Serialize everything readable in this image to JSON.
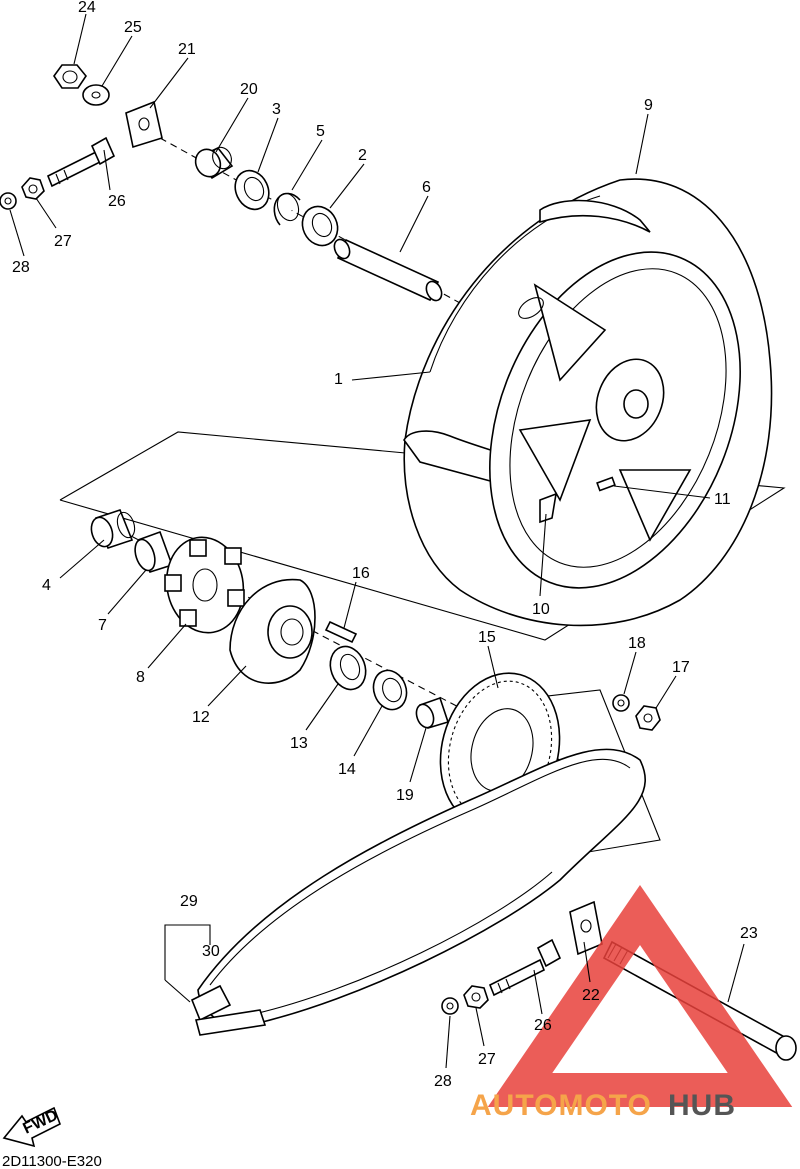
{
  "diagram_code": "2D11300-E320",
  "fwd_label": "FWD",
  "watermark": {
    "part1": "AUTOMOTO",
    "part2": "HUB",
    "color1": "#f5a44a",
    "color2": "#555555",
    "logo_color": "#e8413b"
  },
  "callouts": {
    "c1": "1",
    "c2": "2",
    "c3": "3",
    "c4": "4",
    "c5": "5",
    "c6": "6",
    "c7": "7",
    "c8": "8",
    "c9": "9",
    "c10": "10",
    "c11": "11",
    "c12": "12",
    "c13": "13",
    "c14": "14",
    "c15": "15",
    "c16": "16",
    "c17": "17",
    "c18": "18",
    "c19": "19",
    "c20": "20",
    "c21": "21",
    "c22": "22",
    "c23": "23",
    "c24": "24",
    "c25": "25",
    "c26a": "26",
    "c27a": "27",
    "c28a": "28",
    "c26b": "26",
    "c27b": "27",
    "c28b": "28",
    "c29": "29",
    "c30": "30"
  }
}
